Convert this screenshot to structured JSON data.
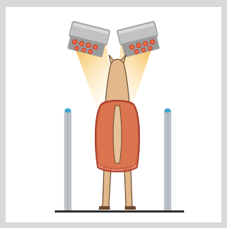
{
  "scene": {
    "subject": "horse-rear-view",
    "elements": [
      "infrared-lamp-left",
      "infrared-lamp-right",
      "heat-beam-left",
      "heat-beam-right",
      "horse",
      "rug",
      "post-left",
      "post-right",
      "floor-bar"
    ],
    "colors": {
      "frame": "#d9d9d7",
      "panel": "#ffffff",
      "lamp_housing": "#b9b9b9",
      "lamp_bulb": "#e0553a",
      "beam": "#f6c95c",
      "horse_body": "#e2b98c",
      "horse_outline": "#6b4a2f",
      "rug": "#d9623e",
      "rug_outline": "#a8392a",
      "post": "#b7bcc2",
      "post_cap": "#3aa6cf",
      "floor": "#2b2b2b"
    }
  }
}
